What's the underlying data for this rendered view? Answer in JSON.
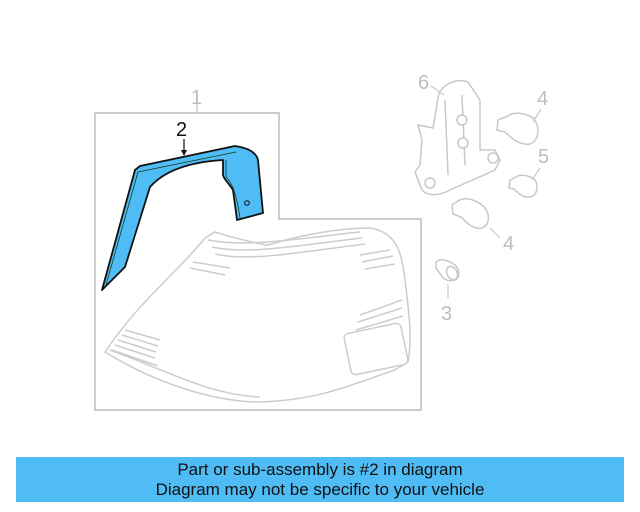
{
  "diagram": {
    "callouts": [
      {
        "id": "1",
        "label": "1"
      },
      {
        "id": "2",
        "label": "2",
        "highlighted": true
      },
      {
        "id": "3",
        "label": "3"
      },
      {
        "id": "4a",
        "label": "4"
      },
      {
        "id": "4b",
        "label": "4"
      },
      {
        "id": "5",
        "label": "5"
      },
      {
        "id": "6",
        "label": "6"
      }
    ],
    "colors": {
      "highlight": "#4fbcf5",
      "line": "#c8c8c8",
      "frame": "#cccccc"
    }
  },
  "banner": {
    "line1": "Part or sub-assembly is #2 in diagram",
    "line2": "Diagram may not be specific to your vehicle",
    "color": "#4fbcf5"
  }
}
